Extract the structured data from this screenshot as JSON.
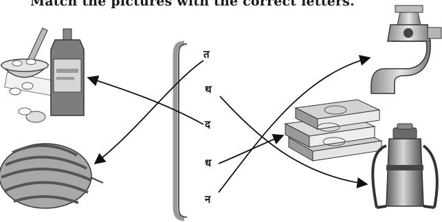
{
  "heading": "Match the pictures with the correct letters.",
  "letters": [
    "त",
    "थ",
    "द",
    "ध",
    "न"
  ],
  "pictures": [
    "medicine",
    "watermelon",
    "tap",
    "money",
    "flask"
  ],
  "matches": [
    {
      "letter": "त",
      "picture": "watermelon"
    },
    {
      "letter": "थ",
      "picture": "flask"
    },
    {
      "letter": "द",
      "picture": "medicine"
    },
    {
      "letter": "ध",
      "picture": "money"
    },
    {
      "letter": "न",
      "picture": "tap"
    }
  ]
}
